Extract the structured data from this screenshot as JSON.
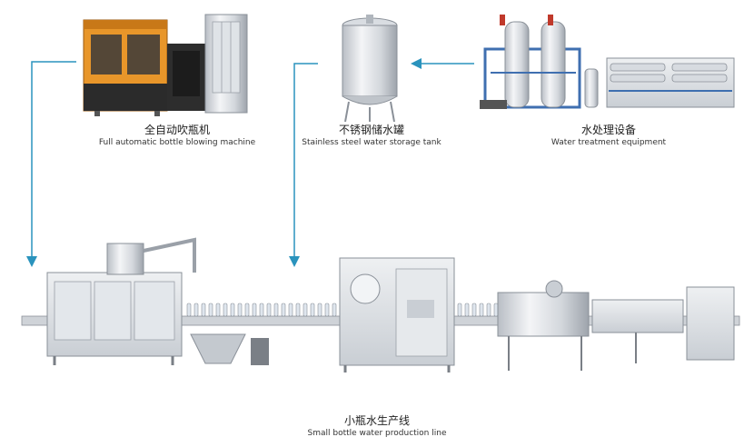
{
  "colors": {
    "arrow": "#2a93bd",
    "steel_light": "#e6e8eb",
    "steel_mid": "#c4c9cf",
    "steel_dark": "#8a9098",
    "orange": "#e8962a",
    "blue_pipe": "#3f6fb0",
    "text": "#222222"
  },
  "nodes": {
    "blower": {
      "zh": "全自动吹瓶机",
      "en": "Full automatic bottle blowing machine",
      "icon": "blowing-machine-icon"
    },
    "tank": {
      "zh": "不锈钢储水罐",
      "en": "Stainless steel water storage tank",
      "icon": "storage-tank-icon"
    },
    "treatment": {
      "zh": "水处理设备",
      "en": "Water treatment equipment",
      "icon": "water-treatment-icon"
    },
    "line": {
      "zh": "小瓶水生产线",
      "en": "Small bottle water production line",
      "icon": "production-line-icon"
    }
  },
  "edges": [
    {
      "from": "treatment",
      "to": "tank"
    },
    {
      "from": "tank",
      "to": "line"
    },
    {
      "from": "blower",
      "to": "line"
    }
  ]
}
